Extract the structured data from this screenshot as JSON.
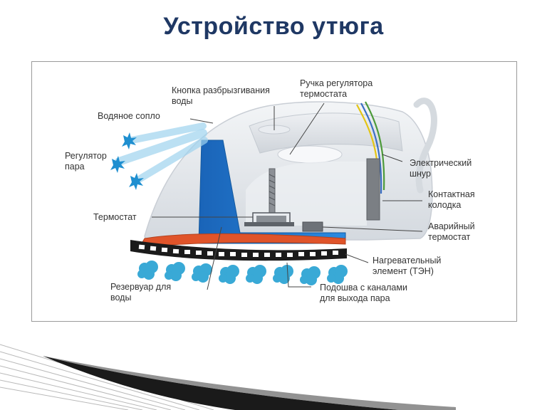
{
  "slide": {
    "title": "Устройство утюга"
  },
  "labels": {
    "spray_button_l1": "Кнопка разбрызгивания",
    "spray_button_l2": "воды",
    "thermostat_knob_l1": "Ручка регулятора",
    "thermostat_knob_l2": "термостата",
    "water_nozzle": "Водяное сопло",
    "steam_regulator_l1": "Регулятор",
    "steam_regulator_l2": "пара",
    "cord_l1": "Электрический",
    "cord_l2": "шнур",
    "contact_block_l1": "Контактная",
    "contact_block_l2": "колодка",
    "thermostat": "Термостат",
    "emergency_l1": "Аварийный",
    "emergency_l2": "термостат",
    "heater_l1": "Нагревательный",
    "heater_l2": "элемент (ТЭН)",
    "reservoir_l1": "Резервуар для",
    "reservoir_l2": "воды",
    "soleplate_l1": "Подошва с каналами",
    "soleplate_l2": "для выхода пара"
  },
  "colors": {
    "title": "#1f3864",
    "reservoir": "#1e74c8",
    "heater": "#e0542a",
    "steam": "#39a9d6",
    "body": "#e4e8ed",
    "wire_yellow": "#e3c515",
    "wire_blue": "#3b6fc4",
    "wire_green": "#4c9a3a"
  }
}
